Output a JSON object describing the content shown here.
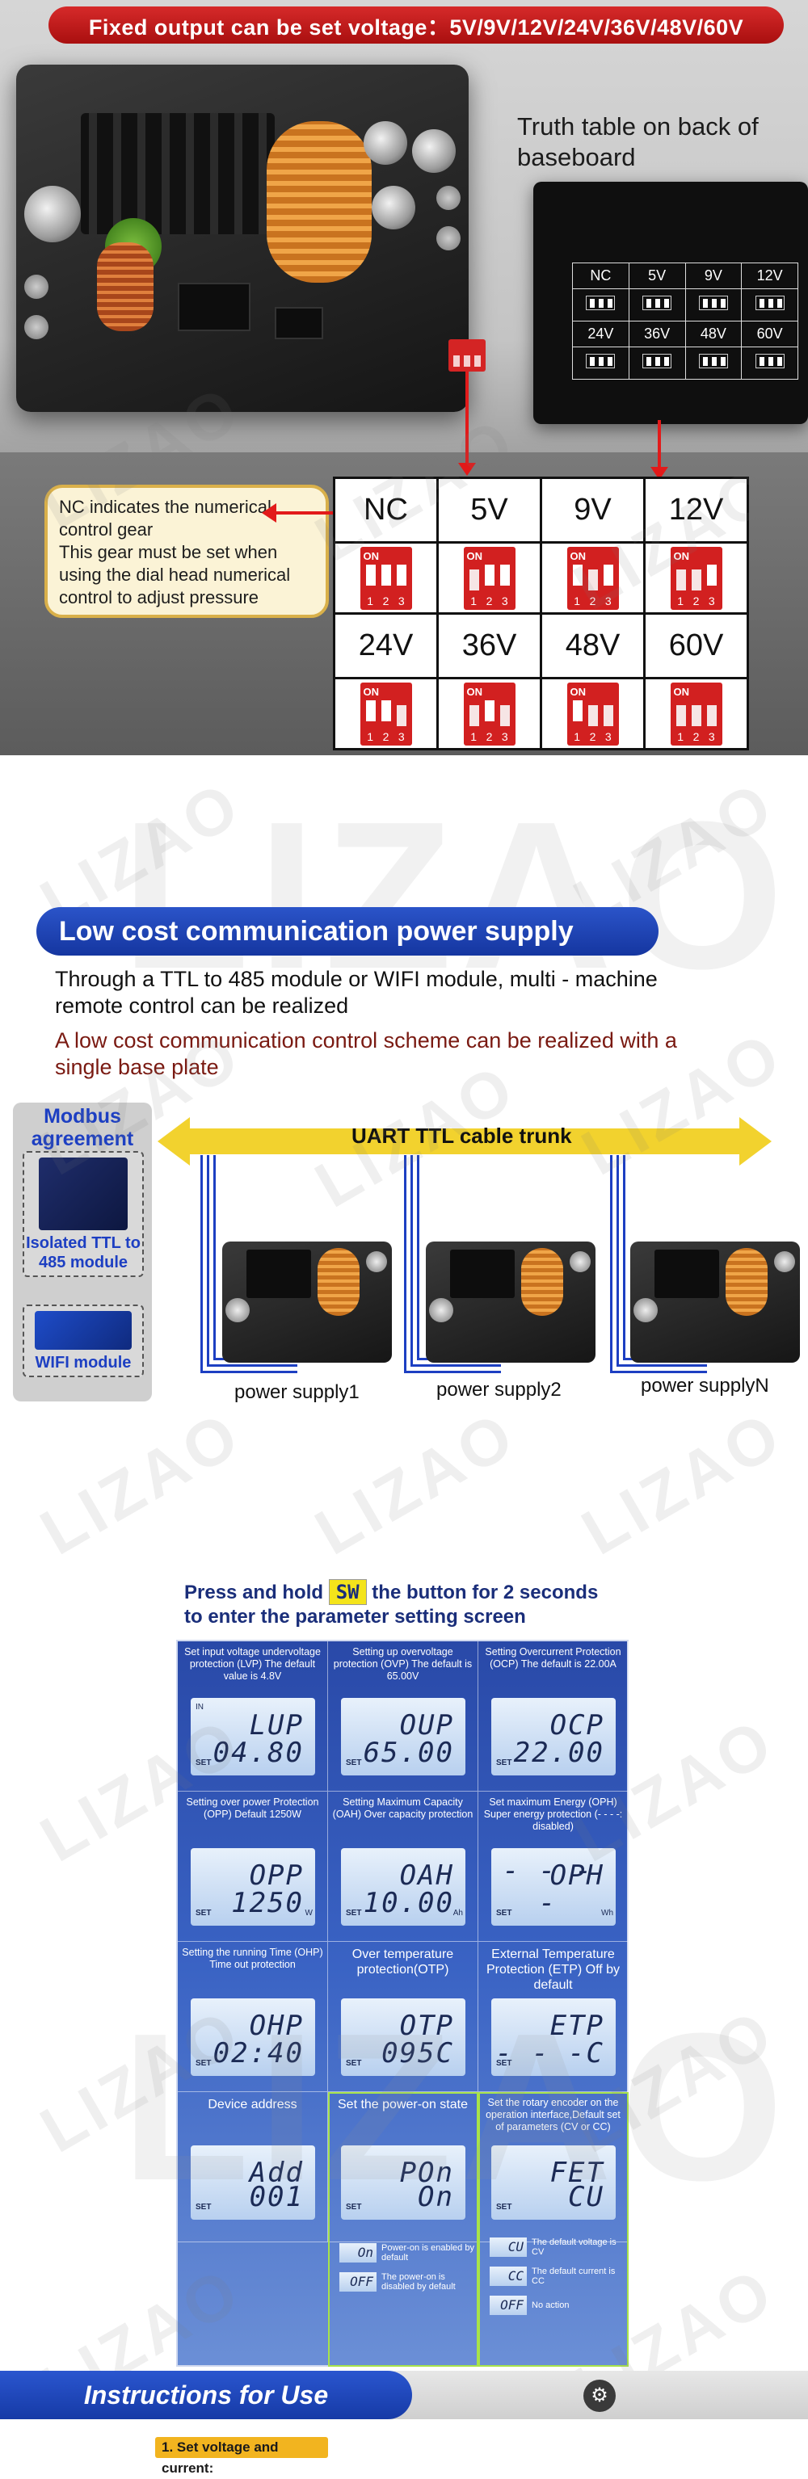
{
  "section1": {
    "banner": "Fixed output can be set voltage：5V/9V/12V/24V/36V/48V/60V",
    "truth_caption": "Truth table on back of baseboard",
    "mini_table": {
      "row1": [
        "NC",
        "5V",
        "9V",
        "12V"
      ],
      "row2": [
        "24V",
        "36V",
        "48V",
        "60V"
      ]
    },
    "note": {
      "line1": "NC indicates the numerical control gear",
      "line2": "This gear must be set when using the dial head numerical control to adjust pressure"
    },
    "table": {
      "row1": [
        "NC",
        "5V",
        "9V",
        "12V"
      ],
      "row2": [
        "24V",
        "36V",
        "48V",
        "60V"
      ],
      "dip_on": "ON",
      "dip_nums": [
        "1",
        "2",
        "3"
      ]
    }
  },
  "section2": {
    "title": "Low cost communication power supply",
    "desc1": "Through a TTL to 485 module or WIFI module, multi - machine remote control can be realized",
    "desc2": "A low cost communication control scheme can be realized with a single base plate",
    "modbus": "Modbus agreement",
    "module1": "Isolated TTL to 485 module",
    "module2": "WIFI module",
    "trunk": "UART TTL  cable trunk",
    "psu_labels": [
      "power supply1",
      "power supply2",
      "power supplyN"
    ]
  },
  "section3": {
    "press_prefix": "Press and hold",
    "sw": "SW",
    "press_suffix": "the button for 2 seconds",
    "press_line2": "to enter the parameter setting screen",
    "cells": [
      {
        "title": "Set input voltage undervoltage protection (LVP) The default value is 4.8V",
        "l1": "LUP",
        "l2": "04.80",
        "tag": "IN",
        "unit": ""
      },
      {
        "title": "Setting up overvoltage protection (OVP) The default is 65.00V",
        "l1": "OUP",
        "l2": "65.00",
        "tag": "",
        "unit": ""
      },
      {
        "title": "Setting Overcurrent Protection (OCP) The default is 22.00A",
        "l1": "OCP",
        "l2": "22.00",
        "tag": "",
        "unit": ""
      },
      {
        "title": "Setting over power Protection (OPP) Default 1250W",
        "l1": "OPP",
        "l2": "1250",
        "tag": "",
        "unit": "W"
      },
      {
        "title": "Setting Maximum Capacity (OAH) Over capacity protection",
        "l1": "OAH",
        "l2": "10.00",
        "tag": "",
        "unit": "Ah"
      },
      {
        "title": "Set maximum Energy (OPH) Super energy protection (- - - -: disabled)",
        "l1": "OPH",
        "l2": "- - - -",
        "tag": "",
        "unit": "Wh"
      },
      {
        "title": "Setting the running Time (OHP) Time out protection",
        "l1": "OHP",
        "l2": "02:40",
        "tag": "",
        "unit": ""
      },
      {
        "title": "Over temperature protection(OTP)",
        "l1": "OTP",
        "l2": "095C",
        "tag": "",
        "unit": ""
      },
      {
        "title": "External Temperature Protection (ETP) Off by default",
        "l1": "ETP",
        "l2": "- - -C",
        "tag": "",
        "unit": ""
      },
      {
        "title": "Device address",
        "l1": "Add",
        "l2": "001",
        "tag": "",
        "unit": ""
      },
      {
        "title": "Set the power-on state",
        "l1": "POn",
        "l2": "On",
        "tag": "",
        "unit": ""
      },
      {
        "title": "Set the rotary encoder on the operation interface,Default set of parameters (CV or CC)",
        "l1": "FET",
        "l2": "CU",
        "tag": "",
        "unit": ""
      }
    ],
    "set_label": "SET",
    "power_on_legend": [
      {
        "code": "On",
        "text": "Power-on is enabled by default"
      },
      {
        "code": "OFF",
        "text": "The power-on is disabled by default"
      }
    ],
    "encoder_legend": [
      {
        "code": "CU",
        "text": "The default voltage is CV"
      },
      {
        "code": "CC",
        "text": "The default current is CC"
      },
      {
        "code": "OFF",
        "text": "No action"
      }
    ]
  },
  "section4": {
    "title": "Instructions for Use",
    "step1": "1. Set voltage and current:"
  },
  "watermark": "LIZAO",
  "colors": {
    "red": "#c41a1a",
    "blue": "#1d3fc2",
    "yellow": "#f2d22e",
    "orange": "#f2b41f"
  }
}
